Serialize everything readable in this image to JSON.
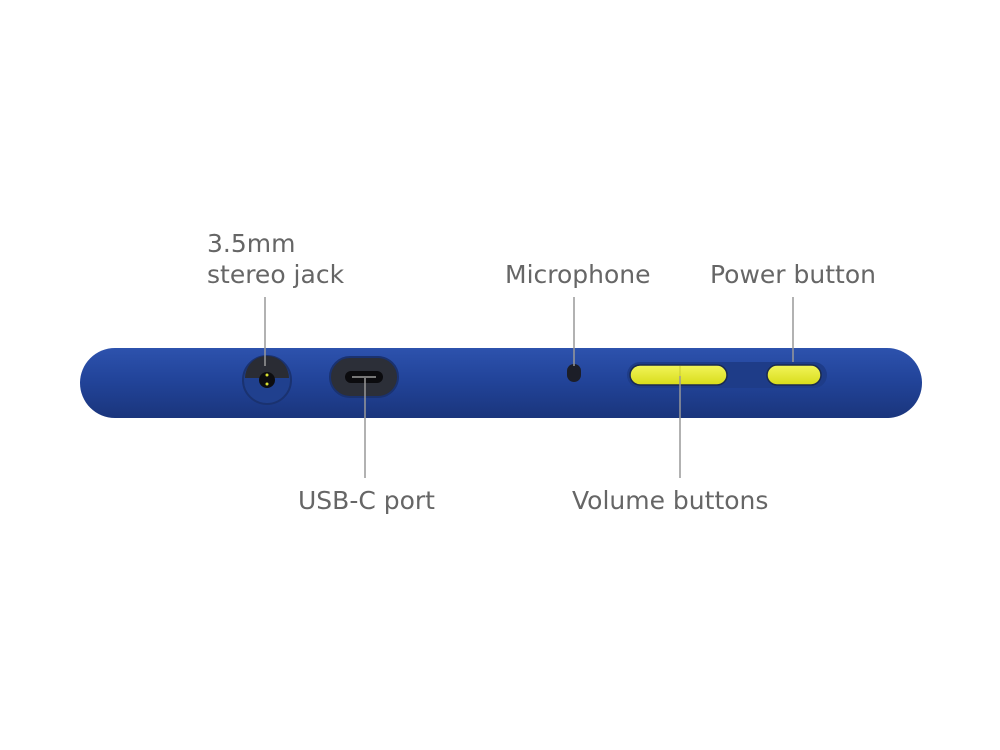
{
  "labels": {
    "jack_line1": "3.5mm",
    "jack_line2": "stereo jack",
    "microphone": "Microphone",
    "power": "Power button",
    "usb": "USB-C port",
    "volume": "Volume buttons"
  },
  "colors": {
    "body": "#22449a",
    "button": "#e8ec2a",
    "text": "#666666",
    "leader": "#999999"
  }
}
